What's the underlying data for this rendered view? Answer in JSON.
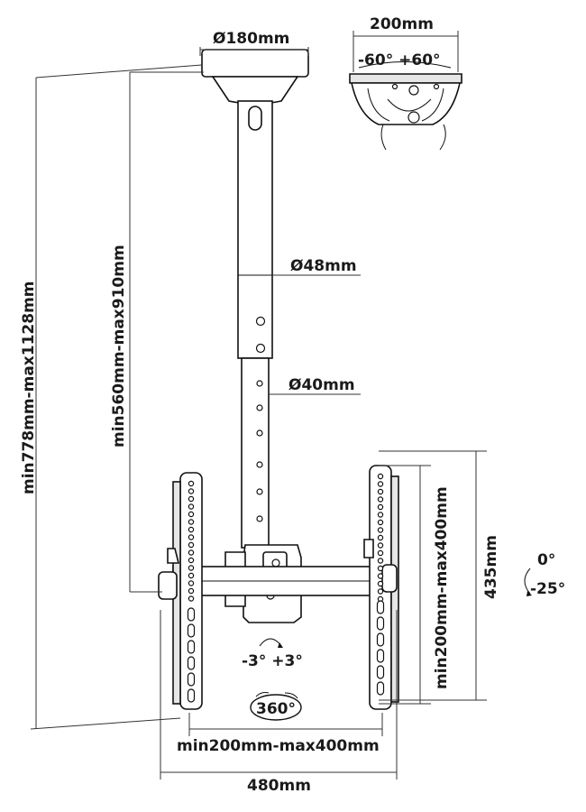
{
  "labels": {
    "ceiling_plate_diameter": "Ø180mm",
    "top_view_width": "200mm",
    "swivel_range": "-60° +60°",
    "upper_tube_diameter": "Ø48mm",
    "lower_tube_diameter": "Ø40mm",
    "total_height": "min778mm-max1128mm",
    "pole_height": "min560mm-max910mm",
    "vesa_vertical": "min200mm-max400mm",
    "bracket_height": "435mm",
    "tilt_top": "0°",
    "tilt_bottom": "-25°",
    "rotation_range": "-3° +3°",
    "rotation_full": "360°",
    "vesa_horizontal": "min200mm-max400mm",
    "total_width": "480mm"
  },
  "colors": {
    "line": "#111111",
    "fill_light": "#e6e6e6",
    "background": "#ffffff"
  }
}
